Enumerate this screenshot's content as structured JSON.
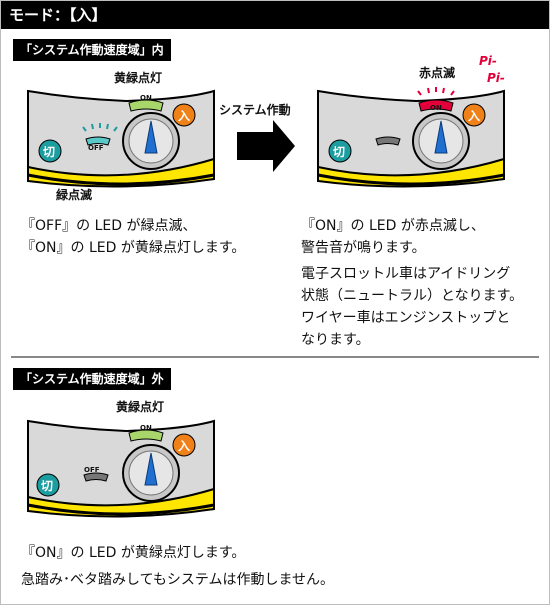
{
  "header": {
    "title": "モード：【入】"
  },
  "section_inside": {
    "tag": "「システム作動速度域」内",
    "before_panel": {
      "top_label": "黄緑点灯",
      "bottom_label": "緑点滅",
      "on_text": "ON",
      "off_text": "OFF",
      "in_label": "入",
      "kiri_label": "切"
    },
    "arrow_label": "システム作動",
    "after_panel": {
      "top_label": "赤点滅",
      "sound_line1": "Pi-",
      "sound_line2": "Pi-",
      "on_text": "ON",
      "in_label": "入",
      "kiri_label": "切"
    },
    "left_text": [
      "『OFF』の LED が緑点滅、",
      "『ON』の LED が黄緑点灯します。"
    ],
    "right_text": [
      "『ON』の LED が赤点滅し、",
      "警告音が鳴ります。",
      "電子スロットル車はアイドリング",
      "状態（ニュートラル）となります。",
      "ワイヤー車はエンジンストップと",
      "なります。"
    ]
  },
  "section_outside": {
    "tag": "「システム作動速度域」外",
    "panel": {
      "top_label": "黄緑点灯",
      "on_text": "ON",
      "off_text": "OFF",
      "in_label": "入",
      "kiri_label": "切"
    },
    "text": [
      "『ON』の LED が黄緑点灯します。",
      "急踏み･ベタ踏みしてもシステムは作動しません。"
    ]
  },
  "colors": {
    "yellow": "#ffe600",
    "green_led": "#a9d66a",
    "cyan_led": "#5bc8c8",
    "red_led": "#e3003a",
    "orange": "#f08018",
    "teal": "#1c9da0",
    "panel_gray": "#d9d9d9",
    "blue": "#1e6fd0"
  }
}
